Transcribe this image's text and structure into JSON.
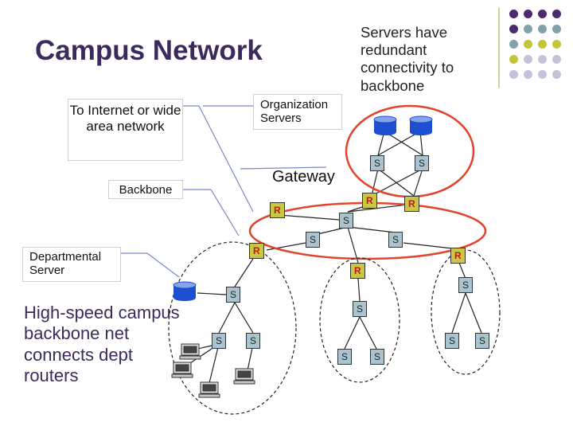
{
  "title": "Campus Network",
  "notes": {
    "servers_redundant": "Servers have redundant connectivity to backbone",
    "high_speed": "High-speed campus backbone net connects dept routers"
  },
  "callouts": {
    "internet": "To Internet or wide area network",
    "org_servers": "Organization Servers",
    "backbone": "Backbone",
    "dept_server": "Departmental Server",
    "gateway": "Gateway"
  },
  "nodes": {
    "s_top_left": "S",
    "s_top_right": "S",
    "r_gateway_1": "R",
    "r_gateway_2": "R",
    "r_left": "R",
    "s_center": "S",
    "s_backbone_left": "S",
    "s_backbone_right": "S",
    "r_dept_left": "R",
    "r_dept_mid": "R",
    "r_dept_right": "R",
    "s_dept_left": "S",
    "s_dept_left_a": "S",
    "s_dept_left_b": "S",
    "s_dept_mid": "S",
    "s_dept_mid_a": "S",
    "s_dept_mid_b": "S",
    "s_dept_right": "S",
    "s_dept_right_a": "S",
    "s_dept_right_b": "S"
  },
  "colors": {
    "switch_fill": "#a9c4d0",
    "router_fill": "#c8c844",
    "router_text": "#c01818",
    "highlight_ellipse": "#e0452c",
    "title_color": "#3c2a5c",
    "server_fill": "#1e4fd0",
    "deco_purple": "#4b2a6e",
    "deco_teal": "#7fa3a8",
    "deco_olive": "#c4c43c",
    "deco_lavender": "#c8c0d8"
  },
  "icons": [
    "server-database-icon",
    "workstation-pc-icon"
  ]
}
